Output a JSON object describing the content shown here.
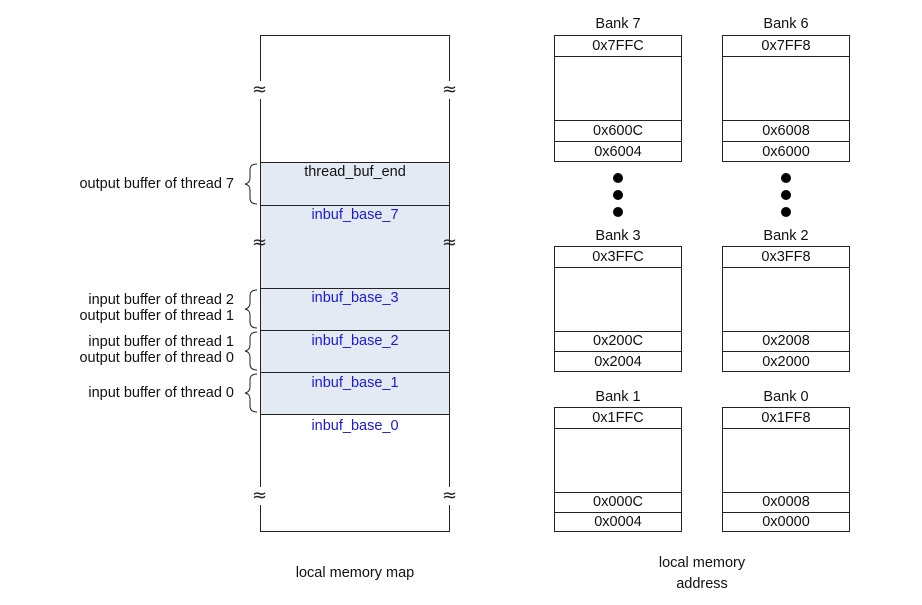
{
  "memory_map": {
    "caption": "local memory map",
    "cells": [
      "thread_buf_end",
      "inbuf_base_7",
      "inbuf_base_3",
      "inbuf_base_2",
      "inbuf_base_1",
      "inbuf_base_0"
    ],
    "left_labels": [
      "output buffer of thread 7",
      "input buffer of thread 2",
      "output buffer of thread 1",
      "input buffer of thread 1",
      "output buffer of thread 0",
      "input buffer of thread 0"
    ],
    "break_symbol": "≈"
  },
  "banks": {
    "caption_line1": "local memory",
    "caption_line2": "address",
    "items": [
      {
        "title": "Bank 7",
        "top": "0x7FFC",
        "mid": "0x600C",
        "bottom": "0x6004"
      },
      {
        "title": "Bank 6",
        "top": "0x7FF8",
        "mid": "0x6008",
        "bottom": "0x6000"
      },
      {
        "title": "Bank 3",
        "top": "0x3FFC",
        "mid": "0x200C",
        "bottom": "0x2004"
      },
      {
        "title": "Bank 2",
        "top": "0x3FF8",
        "mid": "0x2008",
        "bottom": "0x2000"
      },
      {
        "title": "Bank 1",
        "top": "0x1FFC",
        "mid": "0x000C",
        "bottom": "0x0004"
      },
      {
        "title": "Bank 0",
        "top": "0x1FF8",
        "mid": "0x0008",
        "bottom": "0x0000"
      }
    ]
  }
}
